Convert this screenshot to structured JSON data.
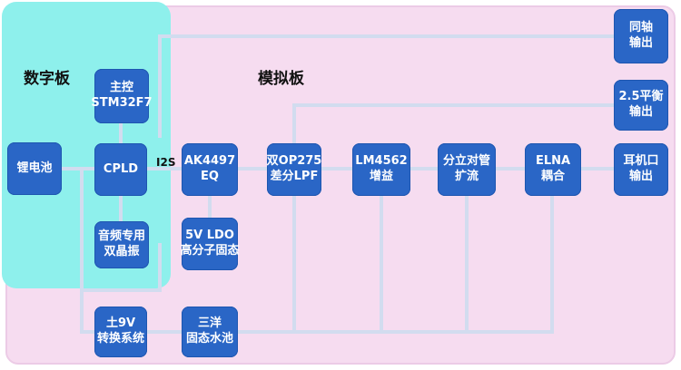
{
  "colors": {
    "digital_board": "#8ef0ec",
    "analog_board": "#f6dcf0",
    "block": "#2a66c6",
    "wire": "#cfd9ee"
  },
  "regions": {
    "digital_label": "数字板",
    "analog_label": "模拟板"
  },
  "wire_label": "I2S",
  "blocks": {
    "battery": [
      "锂电池"
    ],
    "mcu": [
      "主控",
      "STM32F7"
    ],
    "cpld": [
      "CPLD"
    ],
    "crystal": [
      "音频专用",
      "双晶振"
    ],
    "dac": [
      "AK4497",
      "EQ"
    ],
    "ldo": [
      "5V LDO",
      "高分子固态"
    ],
    "lpf": [
      "双OP275",
      "差分LPF"
    ],
    "gain": [
      "LM4562",
      "增益"
    ],
    "amp": [
      "分立对管",
      "扩流"
    ],
    "coupling": [
      "ELNA",
      "耦合"
    ],
    "headphone": [
      "耳机口",
      "输出"
    ],
    "balanced": [
      "2.5平衡",
      "输出"
    ],
    "coax": [
      "同轴",
      "输出"
    ],
    "converter": [
      "土9V",
      "转换系统"
    ],
    "supercap": [
      "三洋",
      "固态水池"
    ]
  }
}
